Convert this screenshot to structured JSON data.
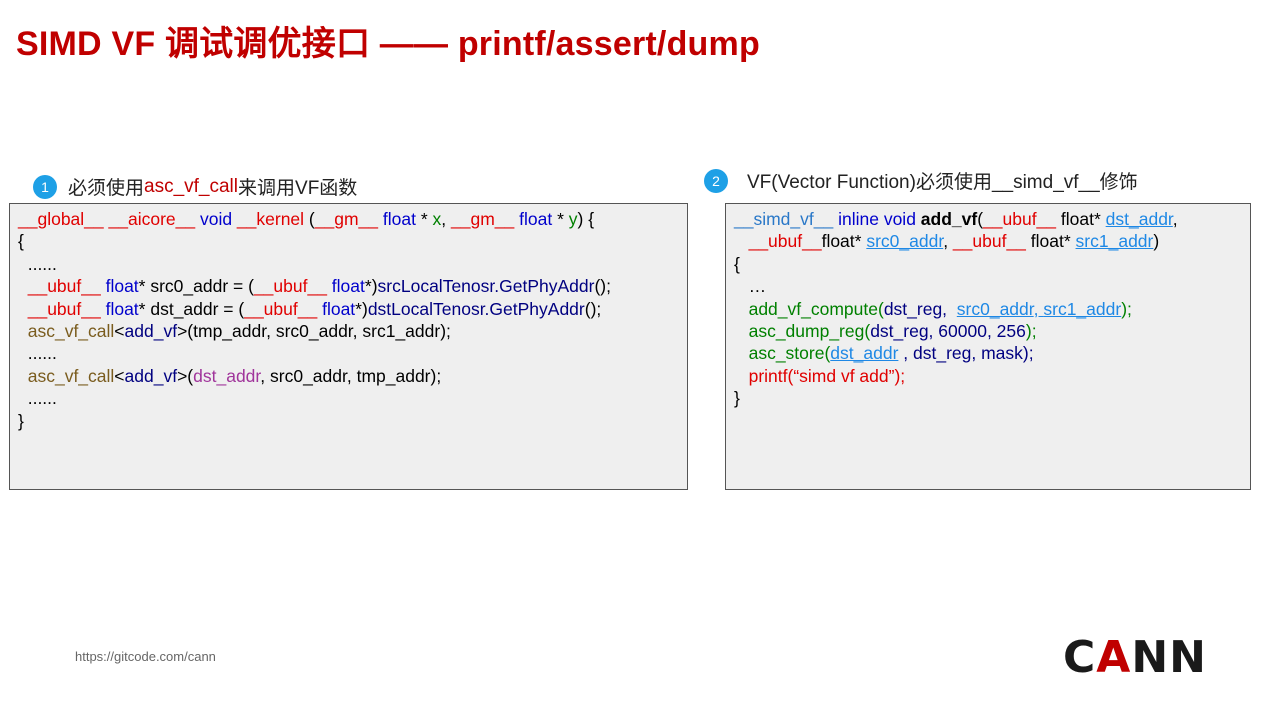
{
  "title": "SIMD VF 调试调优接口 —— printf/assert/dump",
  "section1": {
    "badge": "1",
    "label_before": "必须使用",
    "label_highlight": "asc_vf_call",
    "label_after": "来调用VF函数"
  },
  "section2": {
    "badge": "2",
    "label": "VF(Vector Function)必须使用__simd_vf__修饰"
  },
  "code1": {
    "line1": {
      "t1": "__global__ __aicore__",
      "t2": " void ",
      "t3": "__kernel",
      "t4": " (",
      "t5": "__gm__",
      "t6": " float",
      "t7": " * ",
      "t8": "x",
      "t9": ", ",
      "t10": "__gm__",
      "t11": " float",
      "t12": " * ",
      "t13": "y",
      "t14": ") {"
    },
    "line2": "{",
    "line3": "  ......",
    "line4": {
      "t1": "  __ubuf__",
      "t2": " float",
      "t3": "* src0_addr = (",
      "t4": "__ubuf__",
      "t5": " float",
      "t6": "*)",
      "t7": "srcLocalTenosr.GetPhyAddr",
      "t8": "();"
    },
    "line5": {
      "t1": "  __ubuf__",
      "t2": " float",
      "t3": "* dst_addr = (",
      "t4": "__ubuf__",
      "t5": " float",
      "t6": "*)",
      "t7": "dstLocalTenosr.GetPhyAddr",
      "t8": "();"
    },
    "line6": {
      "t1": "  asc_vf_call",
      "t2": "<",
      "t3": "add_vf",
      "t4": ">(tmp_addr, src0_addr, src1_addr);"
    },
    "line7": "  ......",
    "line8": {
      "t1": "  asc_vf_call",
      "t2": "<",
      "t3": "add_vf",
      "t4": ">(",
      "t5": "dst_addr",
      "t6": ", src0_addr, tmp_addr);"
    },
    "line9": "  ......",
    "line10": "}"
  },
  "code2": {
    "line1": {
      "t1": "__simd_vf__",
      "t2": " inline void ",
      "t3": "add_vf",
      "t4": "(",
      "t5": "__ubuf__",
      "t6": " float* ",
      "t7": "dst_addr",
      "t8": ","
    },
    "line2": {
      "t1": "   __ubuf__",
      "t2": "float* ",
      "t3": "src0_addr",
      "t4": ", ",
      "t5": "__ubuf__",
      "t6": " float* ",
      "t7": "src1_addr",
      "t8": ")"
    },
    "line3": "{",
    "line4": "   …",
    "line5": {
      "t1": "   add_vf_compute(",
      "t2": "dst_reg,  ",
      "t3": "src0_addr",
      "t4": ", ",
      "t5": "src1_addr",
      "t6": ");"
    },
    "line6": {
      "t1": "   asc_dump_reg(",
      "t2": "dst_reg, 60000, 256",
      "t3": ");"
    },
    "line7": {
      "t1": "   asc_store(",
      "t2": "dst_addr",
      "t3": " , dst_reg, mask);"
    },
    "line8": "   printf(“simd vf add”);",
    "line9": "}"
  },
  "footer": {
    "url": "https://gitcode.com/cann",
    "logo_c": "C",
    "logo_a": "A",
    "logo_nn": "NN"
  },
  "colors": {
    "title_red": "#c00000",
    "badge_blue": "#1ea0e6",
    "code_bg": "#efefef"
  }
}
